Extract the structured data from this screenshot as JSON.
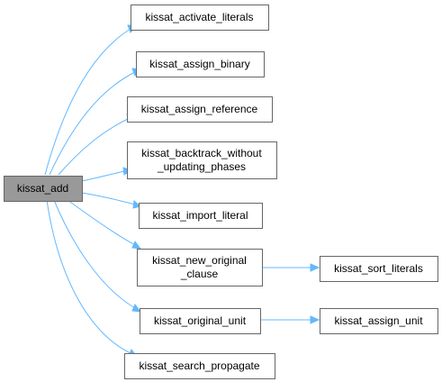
{
  "graph": {
    "root": {
      "id": "kissat_add",
      "label": [
        "kissat_add"
      ]
    },
    "callees": [
      {
        "id": "activate_literals",
        "label": [
          "kissat_activate_literals"
        ]
      },
      {
        "id": "assign_binary",
        "label": [
          "kissat_assign_binary"
        ]
      },
      {
        "id": "assign_reference",
        "label": [
          "kissat_assign_reference"
        ]
      },
      {
        "id": "backtrack",
        "label": [
          "kissat_backtrack_without",
          "_updating_phases"
        ]
      },
      {
        "id": "import_literal",
        "label": [
          "kissat_import_literal"
        ]
      },
      {
        "id": "new_original_clause",
        "label": [
          "kissat_new_original",
          "_clause"
        ]
      },
      {
        "id": "original_unit",
        "label": [
          "kissat_original_unit"
        ]
      },
      {
        "id": "search_propagate",
        "label": [
          "kissat_search_propagate"
        ]
      }
    ],
    "secondary": [
      {
        "id": "sort_literals",
        "label": [
          "kissat_sort_literals"
        ],
        "caller": "new_original_clause"
      },
      {
        "id": "assign_unit",
        "label": [
          "kissat_assign_unit"
        ],
        "caller": "original_unit"
      }
    ]
  },
  "colors": {
    "root_fill": "#999999",
    "node_fill": "#ffffff",
    "node_border": "#666666",
    "edge": "#63b8ff"
  }
}
